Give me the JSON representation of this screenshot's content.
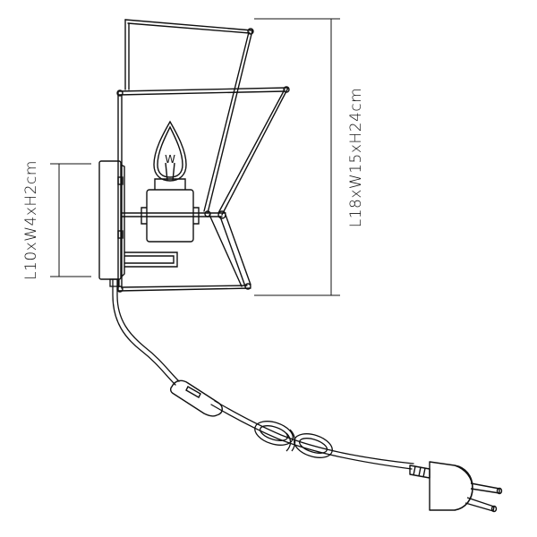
{
  "labels": {
    "backplate_dimensions": "L10xW4xH2cm",
    "lamp_dimensions": "L18xW15xH24cm"
  },
  "bulb_mark": "W",
  "colors": {
    "line": "#111111",
    "background": "#ffffff"
  }
}
